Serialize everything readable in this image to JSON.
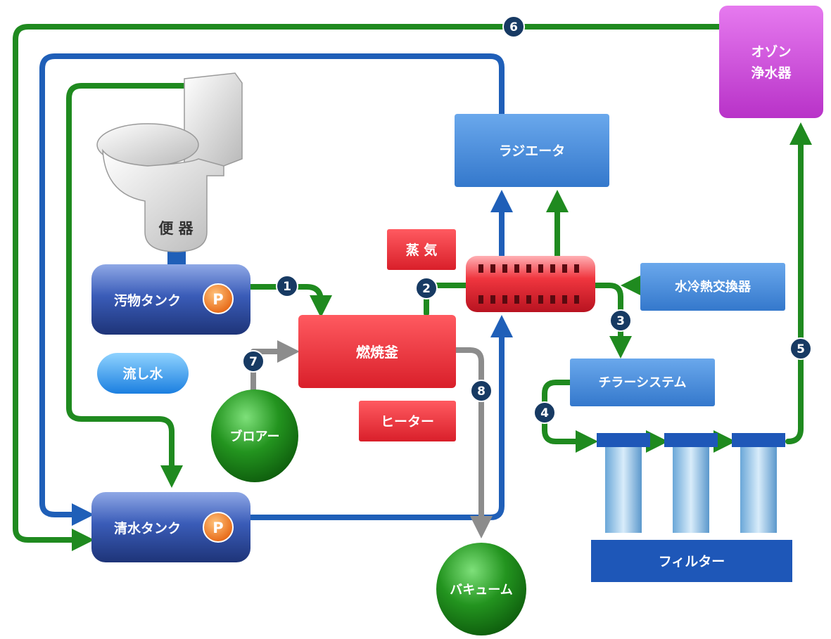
{
  "components": {
    "toilet": "便 器",
    "waste_tank": "汚物タンク",
    "clean_tank": "清水タンク",
    "pump_badge": "P",
    "flush_water": "流し水",
    "incinerator": "燃焼釜",
    "steam": "蒸 気",
    "heater": "ヒーター",
    "blower": "ブロアー",
    "vacuum": "バキューム",
    "radiator": "ラジエータ",
    "water_heat_exchanger": "水冷熱交換器",
    "chiller": "チラーシステム",
    "filter": "フィルター",
    "ozone_line1": "オゾン",
    "ozone_line2": "浄水器"
  },
  "flow_numbers": [
    "1",
    "2",
    "3",
    "4",
    "5",
    "6",
    "7",
    "8"
  ],
  "colors": {
    "green_pipe": "#1f8a1f",
    "blue_pipe": "#1f5fb8",
    "gray_pipe": "#8c8c8c",
    "red_box": "#e8303a",
    "blue_box": "#4a8fdc",
    "navy_tank": "#2f4fa0",
    "magenta_box": "#d24adf",
    "green_sphere": "#23941f",
    "number_circle": "#173a63",
    "pump_orange": "#f07a1c"
  }
}
